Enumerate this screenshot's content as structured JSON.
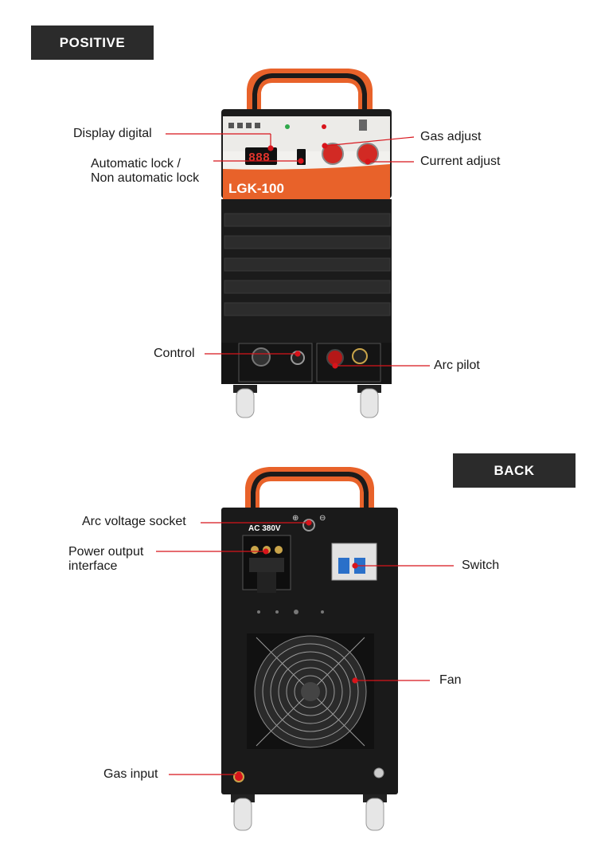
{
  "sections": {
    "positive": "POSITIVE",
    "back": "BACK"
  },
  "front_panel": {
    "model": "LGK-100",
    "display_readout": "888"
  },
  "back_panel": {
    "voltage_label": "AC 380V",
    "plus_symbol": "⊕",
    "minus_symbol": "⊖"
  },
  "front_labels": {
    "display_digital": "Display digital",
    "auto_lock_line1": "Automatic lock /",
    "auto_lock_line2": "Non automatic lock",
    "gas_adjust": "Gas adjust",
    "current_adjust": "Current adjust",
    "control": "Control",
    "arc_pilot": "Arc pilot"
  },
  "back_labels": {
    "arc_voltage_socket": "Arc voltage socket",
    "power_output_line1": "Power output",
    "power_output_line2": "interface",
    "switch": "Switch",
    "fan": "Fan",
    "gas_input": "Gas input"
  },
  "colors": {
    "accent_orange": "#e8622a",
    "callout_red": "#d8141b",
    "tag_bg": "#2b2b2b",
    "body_black": "#1b1b1b"
  }
}
